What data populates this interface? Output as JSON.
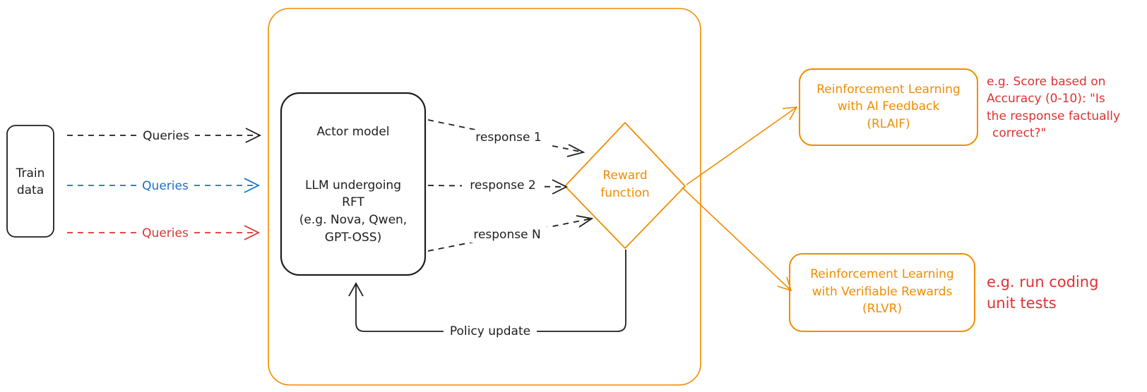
{
  "colors": {
    "dark": "#1e1e1e",
    "orange": "#f08c00",
    "blue": "#1971c2",
    "red": "#e03131"
  },
  "train_data": {
    "line1": "Train",
    "line2": "data"
  },
  "queries": {
    "black": "Queries",
    "blue": "Queries",
    "red": "Queries"
  },
  "actor": {
    "title": "Actor model",
    "line1": "LLM undergoing",
    "line2": "RFT",
    "line3": "(e.g. Nova, Qwen,",
    "line4": "GPT-OSS)"
  },
  "responses": {
    "r1": "response 1",
    "r2": "response 2",
    "rn": "response N"
  },
  "reward": {
    "line1": "Reward",
    "line2": "function"
  },
  "policy_update": "Policy update",
  "rlaif": {
    "line1": "Reinforcement Learning",
    "line2": "with AI Feedback",
    "line3": "(RLAIF)",
    "note1": "e.g. Score based on",
    "note2": "Accuracy (0-10): \"Is",
    "note3": "the response factually",
    "note4": "correct?\""
  },
  "rlvr": {
    "line1": "Reinforcement Learning",
    "line2": "with Verifiable Rewards",
    "line3": "(RLVR)",
    "note1": "e.g. run coding",
    "note2": "unit tests"
  }
}
